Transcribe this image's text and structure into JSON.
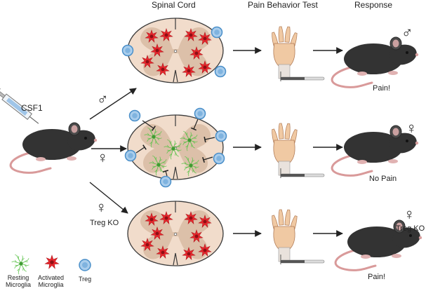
{
  "headers": {
    "spinal_cord": "Spinal Cord",
    "pain_test": "Pain Behavior Test",
    "response": "Response"
  },
  "injection": {
    "label": "CSF1"
  },
  "rows": [
    {
      "sex_symbol": "♂",
      "group_label": "",
      "response_symbol": "♂",
      "response_label": "",
      "outcome": "Pain!"
    },
    {
      "sex_symbol": "♀",
      "group_label": "",
      "response_symbol": "♀",
      "response_label": "",
      "outcome": "No Pain"
    },
    {
      "sex_symbol": "♀",
      "group_label": "Treg KO",
      "response_symbol": "♀",
      "response_label": "Treg KO",
      "outcome": "Pain!"
    }
  ],
  "legend": {
    "resting": "Resting\nMicroglia",
    "activated": "Activated\nMicroglia",
    "treg": "Treg"
  },
  "colors": {
    "cord_outer": "#f1dccb",
    "cord_inner": "#dcc0a9",
    "cord_stroke": "#3a3a3a",
    "activated": "#e8262c",
    "resting": "#5cc24a",
    "treg_fill": "#a9cdec",
    "treg_stroke": "#4a8fc9",
    "paw": "#f0c9a3",
    "mouse": "#333333",
    "tail": "#d99a9a"
  },
  "icons": [
    "syringe-icon",
    "mouse-icon",
    "spinal-cord-icon",
    "paw-icon",
    "activated-microglia-icon",
    "resting-microglia-icon",
    "treg-cell-icon"
  ]
}
